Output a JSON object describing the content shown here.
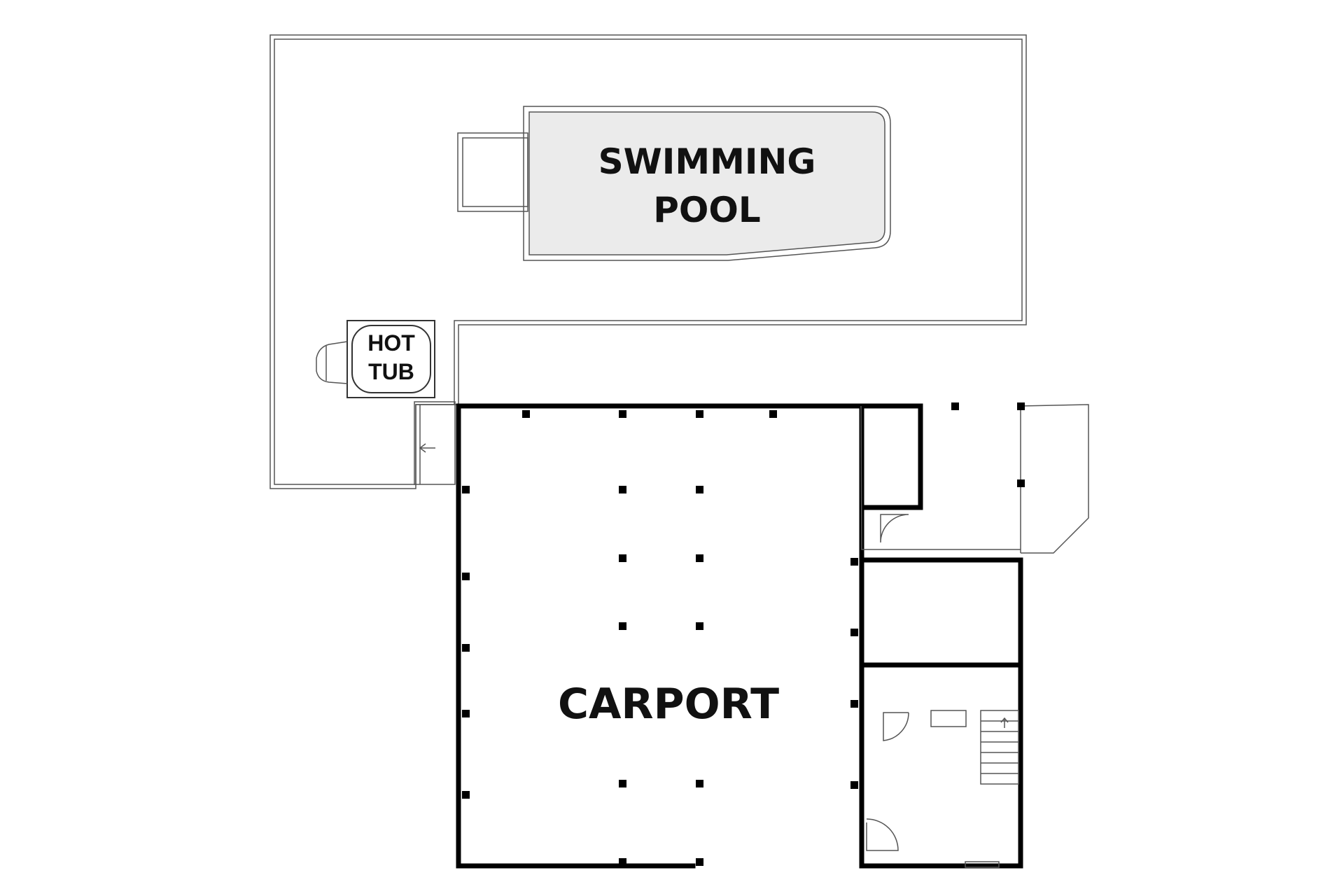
{
  "rooms": {
    "pool": {
      "line1": "SWIMMING",
      "line2": "POOL",
      "fill": "#ebebeb"
    },
    "hot_tub": {
      "line1": "HOT",
      "line2": "TUB"
    },
    "carport": {
      "label": "CARPORT"
    }
  },
  "colors": {
    "wall": "#000000",
    "thin_line": "#555555",
    "background": "#ffffff"
  }
}
